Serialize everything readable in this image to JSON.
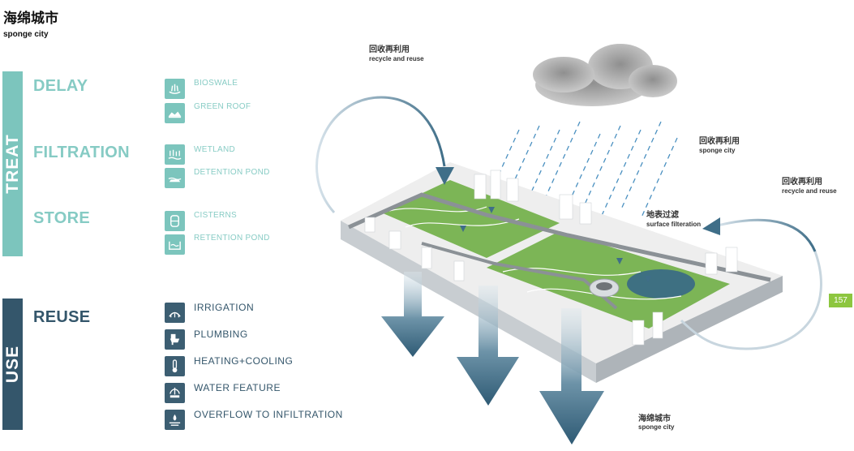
{
  "header": {
    "title_cn": "海绵城市",
    "title_en": "sponge city"
  },
  "treat": {
    "bar_label": "TREAT",
    "categories": [
      {
        "name": "DELAY",
        "items": [
          {
            "label": "BIOSWALE",
            "icon": "bioswale-icon"
          },
          {
            "label": "GREEN ROOF",
            "icon": "green-roof-icon"
          }
        ]
      },
      {
        "name": "FILTRATION",
        "items": [
          {
            "label": "WETLAND",
            "icon": "wetland-icon"
          },
          {
            "label": "DETENTION POND",
            "icon": "detention-pond-icon"
          }
        ]
      },
      {
        "name": "STORE",
        "items": [
          {
            "label": "CISTERNS",
            "icon": "cistern-icon"
          },
          {
            "label": "RETENTION POND",
            "icon": "retention-pond-icon"
          }
        ]
      }
    ]
  },
  "use": {
    "bar_label": "USE",
    "category": "REUSE",
    "items": [
      {
        "label": "IRRIGATION",
        "icon": "irrigation-icon"
      },
      {
        "label": "PLUMBING",
        "icon": "toilet-icon"
      },
      {
        "label": "HEATING+COOLING",
        "icon": "thermometer-icon"
      },
      {
        "label": "WATER FEATURE",
        "icon": "fountain-icon"
      },
      {
        "label": "OVERFLOW TO INFILTRATION",
        "icon": "infiltration-icon"
      }
    ]
  },
  "diagram": {
    "labels": [
      {
        "cn": "回收再利用",
        "en": "recycle and reuse"
      },
      {
        "cn": "回收再利用",
        "en": "sponge city"
      },
      {
        "cn": "回收再利用",
        "en": "recycle and reuse"
      },
      {
        "cn": "地表过滤",
        "en": "surface filteration"
      },
      {
        "cn": "海绵城市",
        "en": "sponge city"
      }
    ]
  },
  "page_number": "157",
  "colors": {
    "treat": "#7cc5bd",
    "use": "#34566b",
    "arrow": "#3f6e88",
    "park_green": "#6fae45",
    "badge": "#8dc63f"
  }
}
